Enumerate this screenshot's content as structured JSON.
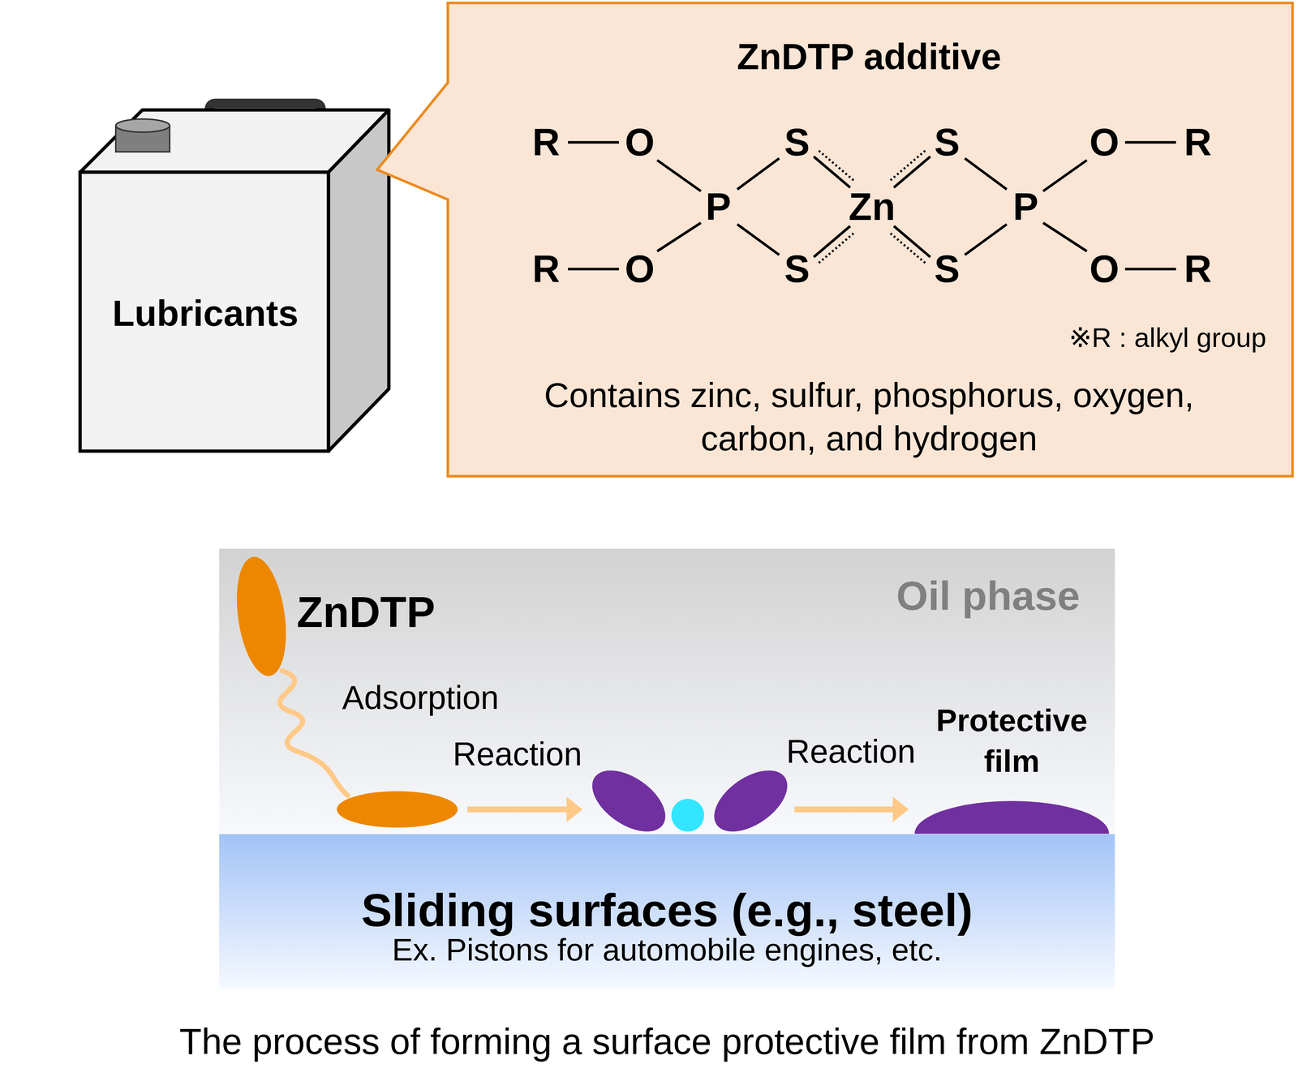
{
  "diagram": {
    "caption": "The process of forming a surface protective film from ZnDTP",
    "nodes": [
      {
        "text": [
          "Lubricants"
        ]
      },
      {
        "text": [
          "ZnDTP additive",
          "※R : alkyl group",
          "Contains zinc, sulfur, phosphorus, oxygen, carbon, and hydrogen"
        ]
      },
      {
        "text": [
          "Oil phase"
        ]
      },
      {
        "text": [
          "ZnDTP"
        ],
        "in": 2
      },
      {
        "text": [
          "Protective film"
        ],
        "in": 2
      },
      {
        "text": [
          "Sliding surfaces (e.g., steel)",
          "Ex. Pistons for automobile engines, etc."
        ]
      }
    ],
    "labels": [
      "R",
      "O",
      "S",
      "S",
      "O",
      "R",
      "R",
      "O",
      "S",
      "S",
      "O",
      "R",
      "P",
      "Zn",
      "P",
      "Adsorption",
      "Reaction",
      "Reaction"
    ]
  }
}
